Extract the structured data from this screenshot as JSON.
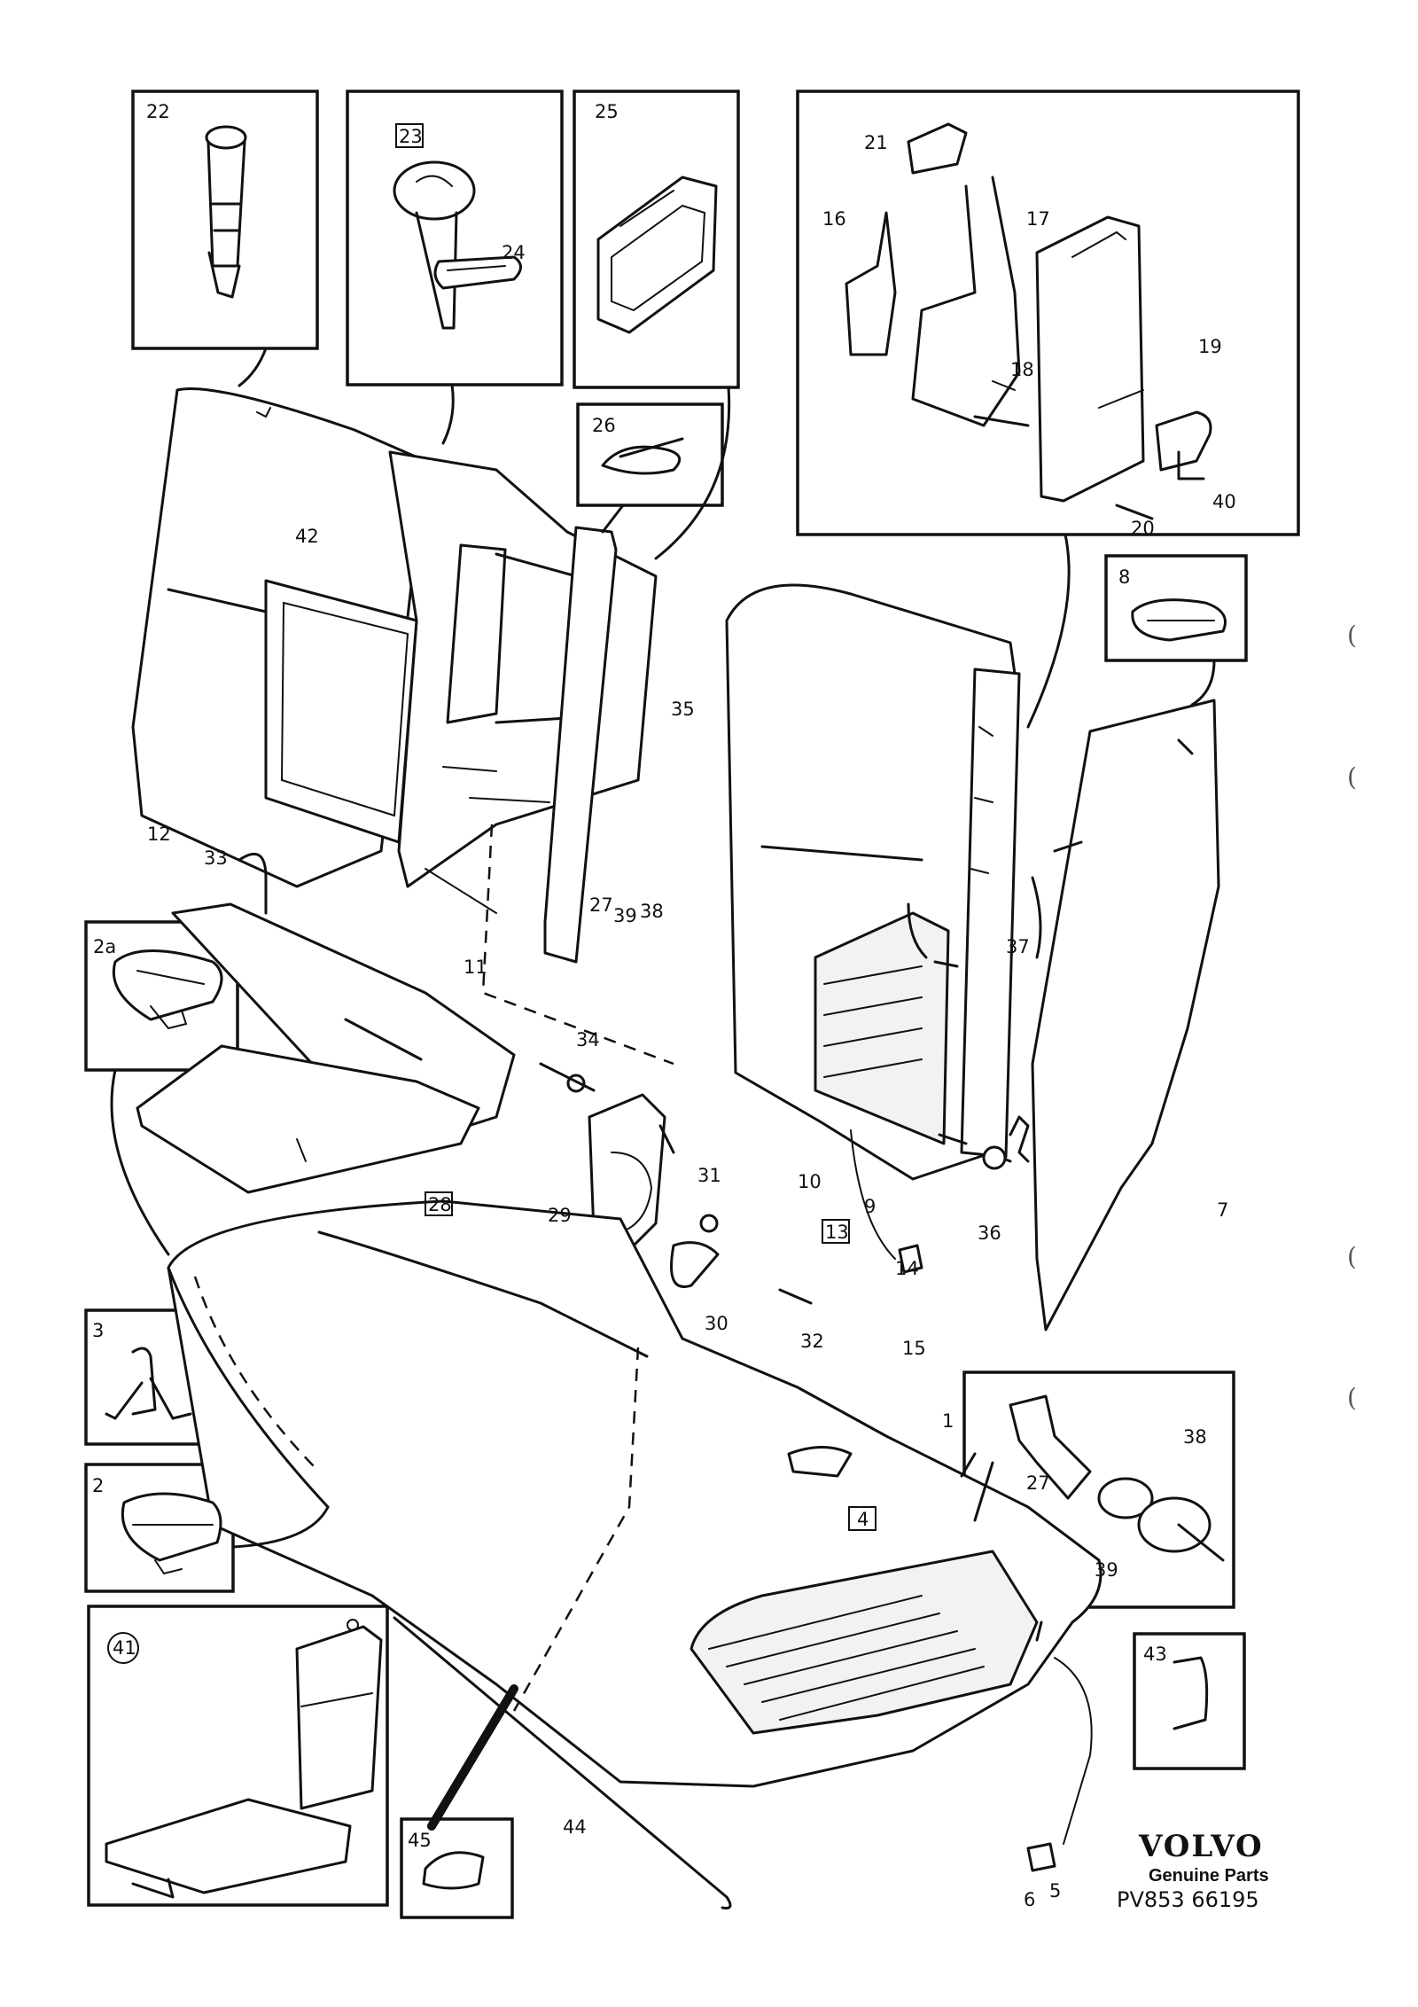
{
  "diagram": {
    "brand": "VOLVO",
    "brand_subtitle": "Genuine Parts",
    "reference": "PV853 66195",
    "edge_marks": [
      "(",
      "(",
      "(",
      "("
    ],
    "labels": {
      "l22": "22",
      "l23": "23",
      "l24": "24",
      "l25": "25",
      "l26": "26",
      "l21": "21",
      "l16": "16",
      "l17": "17",
      "l19": "19",
      "l18": "18",
      "l40": "40",
      "l20": "20",
      "l8": "8",
      "l42": "42",
      "l35": "35",
      "l12": "12",
      "l33": "33",
      "l11": "11",
      "l27a": "27",
      "l39a": "39",
      "l38a": "38",
      "l2a": "2a",
      "l34": "34",
      "l37": "37",
      "l28": "28",
      "l29": "29",
      "l31": "31",
      "l10": "10",
      "l13": "13",
      "l9": "9",
      "l36": "36",
      "l7": "7",
      "l14": "14",
      "l30": "30",
      "l32": "32",
      "l15": "15",
      "l3": "3",
      "l1": "1",
      "l27b": "27",
      "l38b": "38",
      "l39b": "39",
      "l2": "2",
      "l4": "4",
      "l43": "43",
      "l41": "41",
      "l44": "44",
      "l45": "45",
      "l6": "6",
      "l5": "5"
    }
  }
}
